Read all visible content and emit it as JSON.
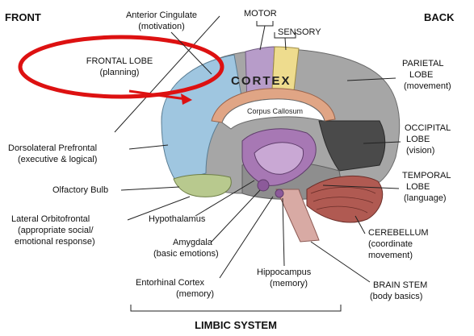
{
  "headers": {
    "front": "FRONT",
    "back": "BACK",
    "limbic": "LIMBIC SYSTEM"
  },
  "regions": {
    "cortex": "CORTEX",
    "corpus_callosum": "Corpus Callosum"
  },
  "labels": {
    "anterior_cingulate": [
      "Anterior Cingulate",
      "(motivation)"
    ],
    "motor": "MOTOR",
    "sensory": "SENSORY",
    "frontal_lobe": [
      "FRONTAL LOBE",
      "(planning)"
    ],
    "parietal_lobe": [
      "PARIETAL",
      "LOBE",
      "(movement)"
    ],
    "occipital_lobe": [
      "OCCIPITAL",
      "LOBE",
      "(vision)"
    ],
    "temporal_lobe": [
      "TEMPORAL",
      "LOBE",
      "(language)"
    ],
    "cerebellum": [
      "CEREBELLUM",
      "(coordinate",
      "movement)"
    ],
    "brain_stem": [
      "BRAIN STEM",
      "(body basics)"
    ],
    "dorsolateral": [
      "Dorsolateral Prefrontal",
      "(executive & logical)"
    ],
    "olfactory": "Olfactory Bulb",
    "lateral_orbitofrontal": [
      "Lateral Orbitofrontal",
      "(appropriate social/",
      "emotional response)"
    ],
    "hypothalamus": "Hypothalamus",
    "amygdala": [
      "Amygdala",
      "(basic emotions)"
    ],
    "entorhinal": [
      "Entorhinal Cortex",
      "(memory)"
    ],
    "hippocampus": [
      "Hippocampus",
      "(memory)"
    ]
  },
  "colors": {
    "highlight_ring": "#dd1111",
    "frontal_blue": "#9fc6e0",
    "motor_purple": "#b79cc9",
    "sensory_yellow": "#eedc8e",
    "cortex_gray": "#9c9c9c",
    "occipital_dark": "#4a4a4a",
    "cerebellum_red": "#b05a52",
    "limbic_purple": "#a778b4",
    "olfactory_green": "#b8c98e",
    "cingulate_orange": "#e0a585"
  }
}
